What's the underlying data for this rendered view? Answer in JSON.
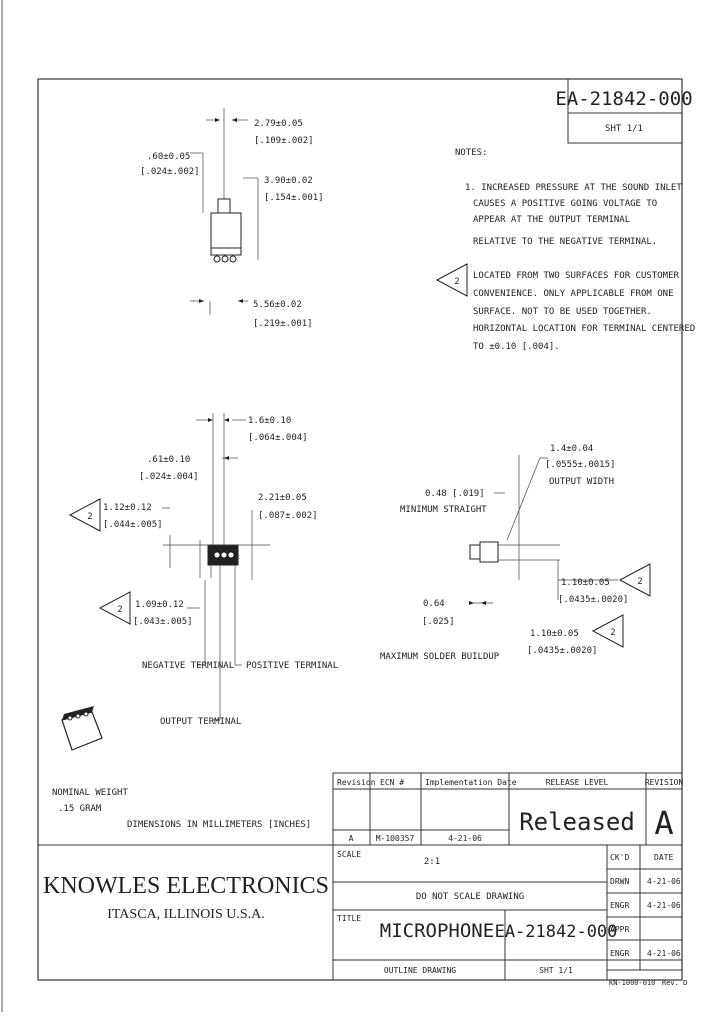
{
  "sheet": {
    "drawing_number": "EA-21842-000",
    "sheet": "SHT 1/1"
  },
  "views": {
    "top": {
      "dim_a": "2.79±0.05",
      "dim_a_in": "[.109±.002]",
      "dim_b": ".60±0.05",
      "dim_b_in": "[.024±.002]",
      "dim_c": "3.90±0.02",
      "dim_c_in": "[.154±.001]",
      "dim_d": "5.56±0.02",
      "dim_d_in": "[.219±.001]"
    },
    "side": {
      "dim_a": "1.6±0.10",
      "dim_a_in": "[.064±.004]",
      "dim_b": ".61±0.10",
      "dim_b_in": "[.024±.004]",
      "dim_c": "1.12±0.12",
      "dim_c_in": "[.044±.005]",
      "dim_d": "2.21±0.05",
      "dim_d_in": "[.087±.002]",
      "dim_e": "1.09±0.12",
      "dim_e_in": "[.043±.005]",
      "neg_terminal": "NEGATIVE TERMINAL",
      "pos_terminal": "POSITIVE TERMINAL",
      "output_terminal": "OUTPUT TERMINAL",
      "flag_number": "2"
    },
    "end": {
      "dim_a": "1.4±0.04",
      "dim_a_in": "[.0555±.0015]",
      "dim_a_note": "OUTPUT WIDTH",
      "dim_b": "0.48 [.019]",
      "dim_b_note": "MINIMUM STRAIGHT",
      "dim_c": "0.64",
      "dim_c_in": "[.025]",
      "dim_c_note": "MAXIMUM SOLDER BUILDUP",
      "dim_d": "1.10±0.05",
      "dim_d_in": "[.0435±.0020]",
      "dim_e": "1.10±0.05",
      "dim_e_in": "[.0435±.0020]"
    }
  },
  "notes": {
    "heading": "NOTES:",
    "note1": [
      "1. INCREASED PRESSURE AT THE SOUND INLET",
      "CAUSES A POSITIVE GOING VOLTAGE TO",
      "APPEAR AT THE OUTPUT TERMINAL",
      "RELATIVE TO THE NEGATIVE TERMINAL."
    ],
    "note2_flag": "2",
    "note2": [
      "LOCATED FROM TWO SURFACES FOR CUSTOMER",
      "CONVENIENCE. ONLY APPLICABLE FROM ONE",
      "SURFACE. NOT TO BE USED TOGETHER.",
      "HORIZONTAL LOCATION FOR TERMINAL CENTERED",
      "TO ±0.10 [.004]."
    ],
    "weight": [
      "NOMINAL WEIGHT",
      ".15 GRAM"
    ],
    "units": "DIMENSIONS IN MILLIMETERS [INCHES]"
  },
  "revision_block": {
    "h_revision": "Revision",
    "h_ecn": "ECN #",
    "h_date": "Implementation Date",
    "h_release": "RELEASE LEVEL",
    "h_rev": "REVISION",
    "row_rev": "A",
    "row_ecn": "M-100357",
    "row_date": "4-21-06",
    "release_status": "Released",
    "revision_letter": "A"
  },
  "title_block": {
    "company": "KNOWLES ELECTRONICS",
    "location": "ITASCA, ILLINOIS U.S.A.",
    "scale_label": "SCALE",
    "scale": "2:1",
    "do_not_scale": "DO NOT SCALE DRAWING",
    "title_label": "TITLE",
    "title": "MICROPHONE",
    "subtitle": "OUTLINE DRAWING",
    "drawing_number": "EA-21842-000",
    "sheet": "SHT 1/1",
    "signoffs": [
      {
        "role": "CK'D",
        "date_label": "DATE",
        "date": ""
      },
      {
        "role": "DRWN",
        "date_label": "",
        "date": "4-21-06"
      },
      {
        "role": "ENGR",
        "date_label": "",
        "date": "4-21-06"
      },
      {
        "role": "APPR",
        "date_label": "",
        "date": ""
      },
      {
        "role": "ENGR",
        "date_label": "",
        "date": "4-21-06"
      }
    ],
    "form_no": "KN-1000-010",
    "form_rev": "Rev. D"
  }
}
